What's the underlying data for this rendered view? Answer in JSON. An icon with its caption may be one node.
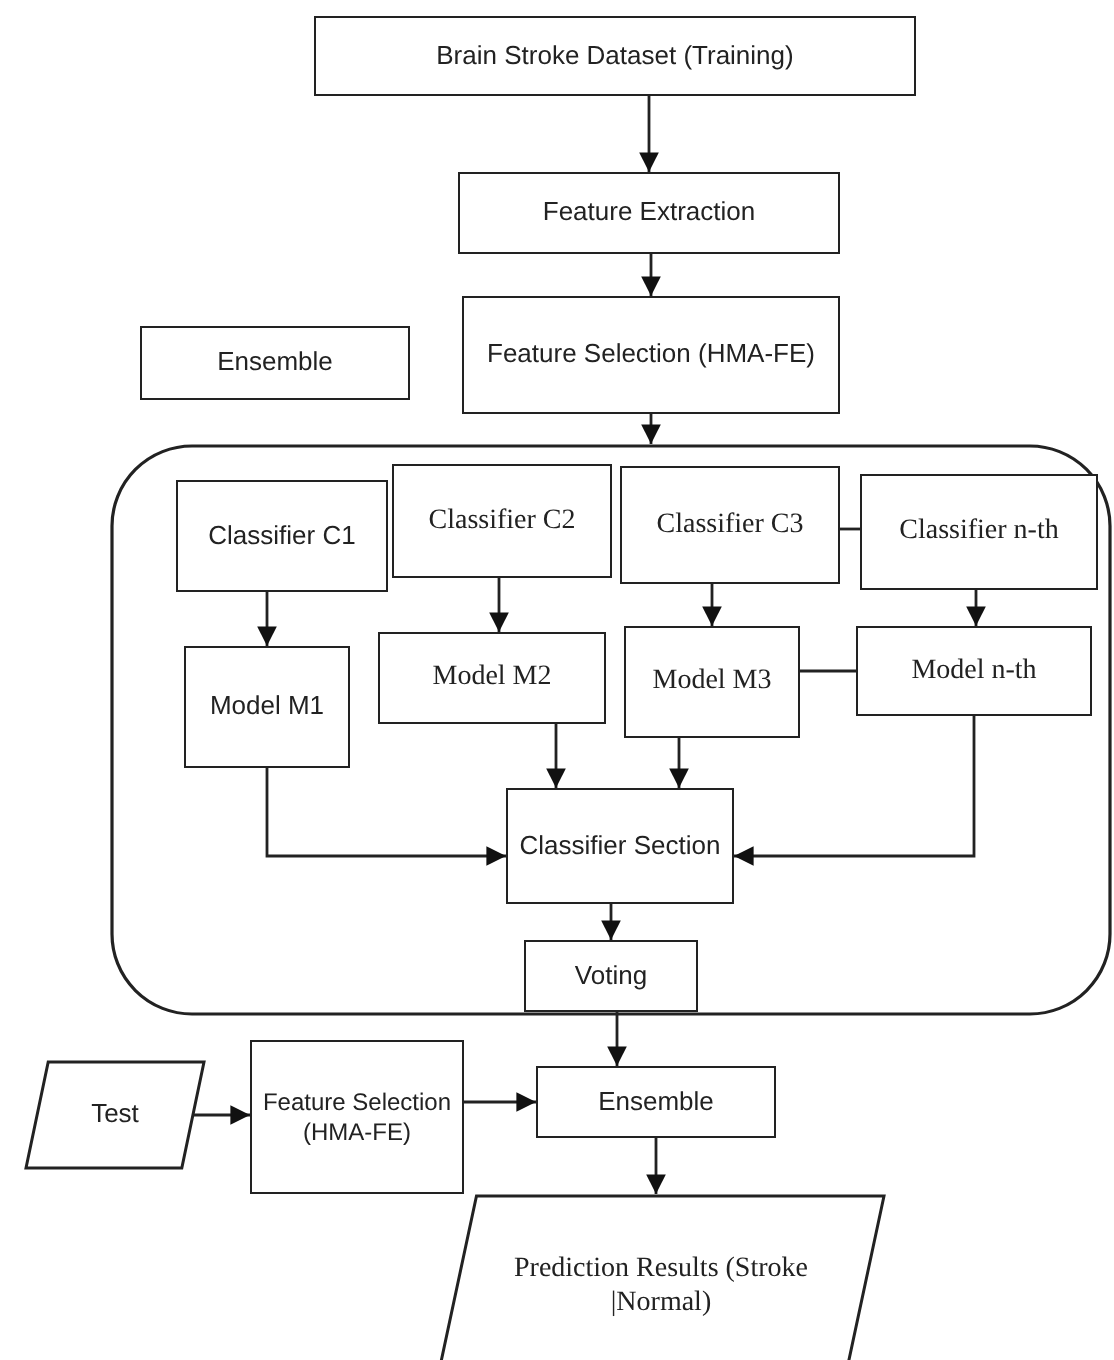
{
  "diagram": {
    "nodes": [
      {
        "text": [
          "Brain Stroke Dataset (Training)"
        ]
      },
      {
        "text": [
          "Feature Extraction"
        ]
      },
      {
        "text": [
          "Ensemble"
        ]
      },
      {
        "text": [
          "Feature Selection (HMA-FE)"
        ]
      },
      {
        "text": [],
        "shape": "box"
      },
      {
        "text": [
          "Classifier C1"
        ],
        "in": 4
      },
      {
        "text": [
          "Classifier C2"
        ],
        "in": 4
      },
      {
        "text": [
          "Classifier C3"
        ],
        "in": 4
      },
      {
        "text": [
          "Classifier n-th"
        ],
        "in": 4
      },
      {
        "text": [
          "Model M1"
        ],
        "in": 4
      },
      {
        "text": [
          "Model M2"
        ],
        "in": 4
      },
      {
        "text": [
          "Model M3"
        ],
        "in": 4
      },
      {
        "text": [
          "Model n-th"
        ],
        "in": 4
      },
      {
        "text": [
          "Classifier Section"
        ],
        "in": 4
      },
      {
        "text": [
          "Voting"
        ],
        "in": 4
      },
      {
        "text": [
          "Test"
        ]
      },
      {
        "text": [
          "Feature Selection (HMA-FE)"
        ]
      },
      {
        "text": [
          "Ensemble"
        ]
      },
      {
        "text": [
          "Prediction Results (Stroke |Normal)"
        ]
      }
    ],
    "edges": [
      {
        "from": 0,
        "to": 1,
        "arrow": "to"
      },
      {
        "from": 1,
        "to": 3,
        "arrow": "to"
      },
      {
        "from": 3,
        "to": 4,
        "arrow": "to"
      },
      {
        "from": 5,
        "to": 9,
        "arrow": "to"
      },
      {
        "from": 6,
        "to": 10,
        "arrow": "to"
      },
      {
        "from": 7,
        "to": 11,
        "arrow": "to"
      },
      {
        "from": 8,
        "to": 12,
        "arrow": "to"
      },
      {
        "from": 7,
        "to": 8,
        "arrow": "none"
      },
      {
        "from": 11,
        "to": 12,
        "arrow": "none"
      },
      {
        "from": 9,
        "to": 13,
        "arrow": "to"
      },
      {
        "from": 10,
        "to": 13,
        "arrow": "to"
      },
      {
        "from": 11,
        "to": 13,
        "arrow": "to"
      },
      {
        "from": 12,
        "to": 13,
        "arrow": "to"
      },
      {
        "from": 13,
        "to": 14,
        "arrow": "to"
      },
      {
        "from": 14,
        "to": 17,
        "arrow": "to"
      },
      {
        "from": 15,
        "to": 16,
        "arrow": "to"
      },
      {
        "from": 16,
        "to": 17,
        "arrow": "to"
      },
      {
        "from": 17,
        "to": 18,
        "arrow": "to"
      }
    ]
  }
}
